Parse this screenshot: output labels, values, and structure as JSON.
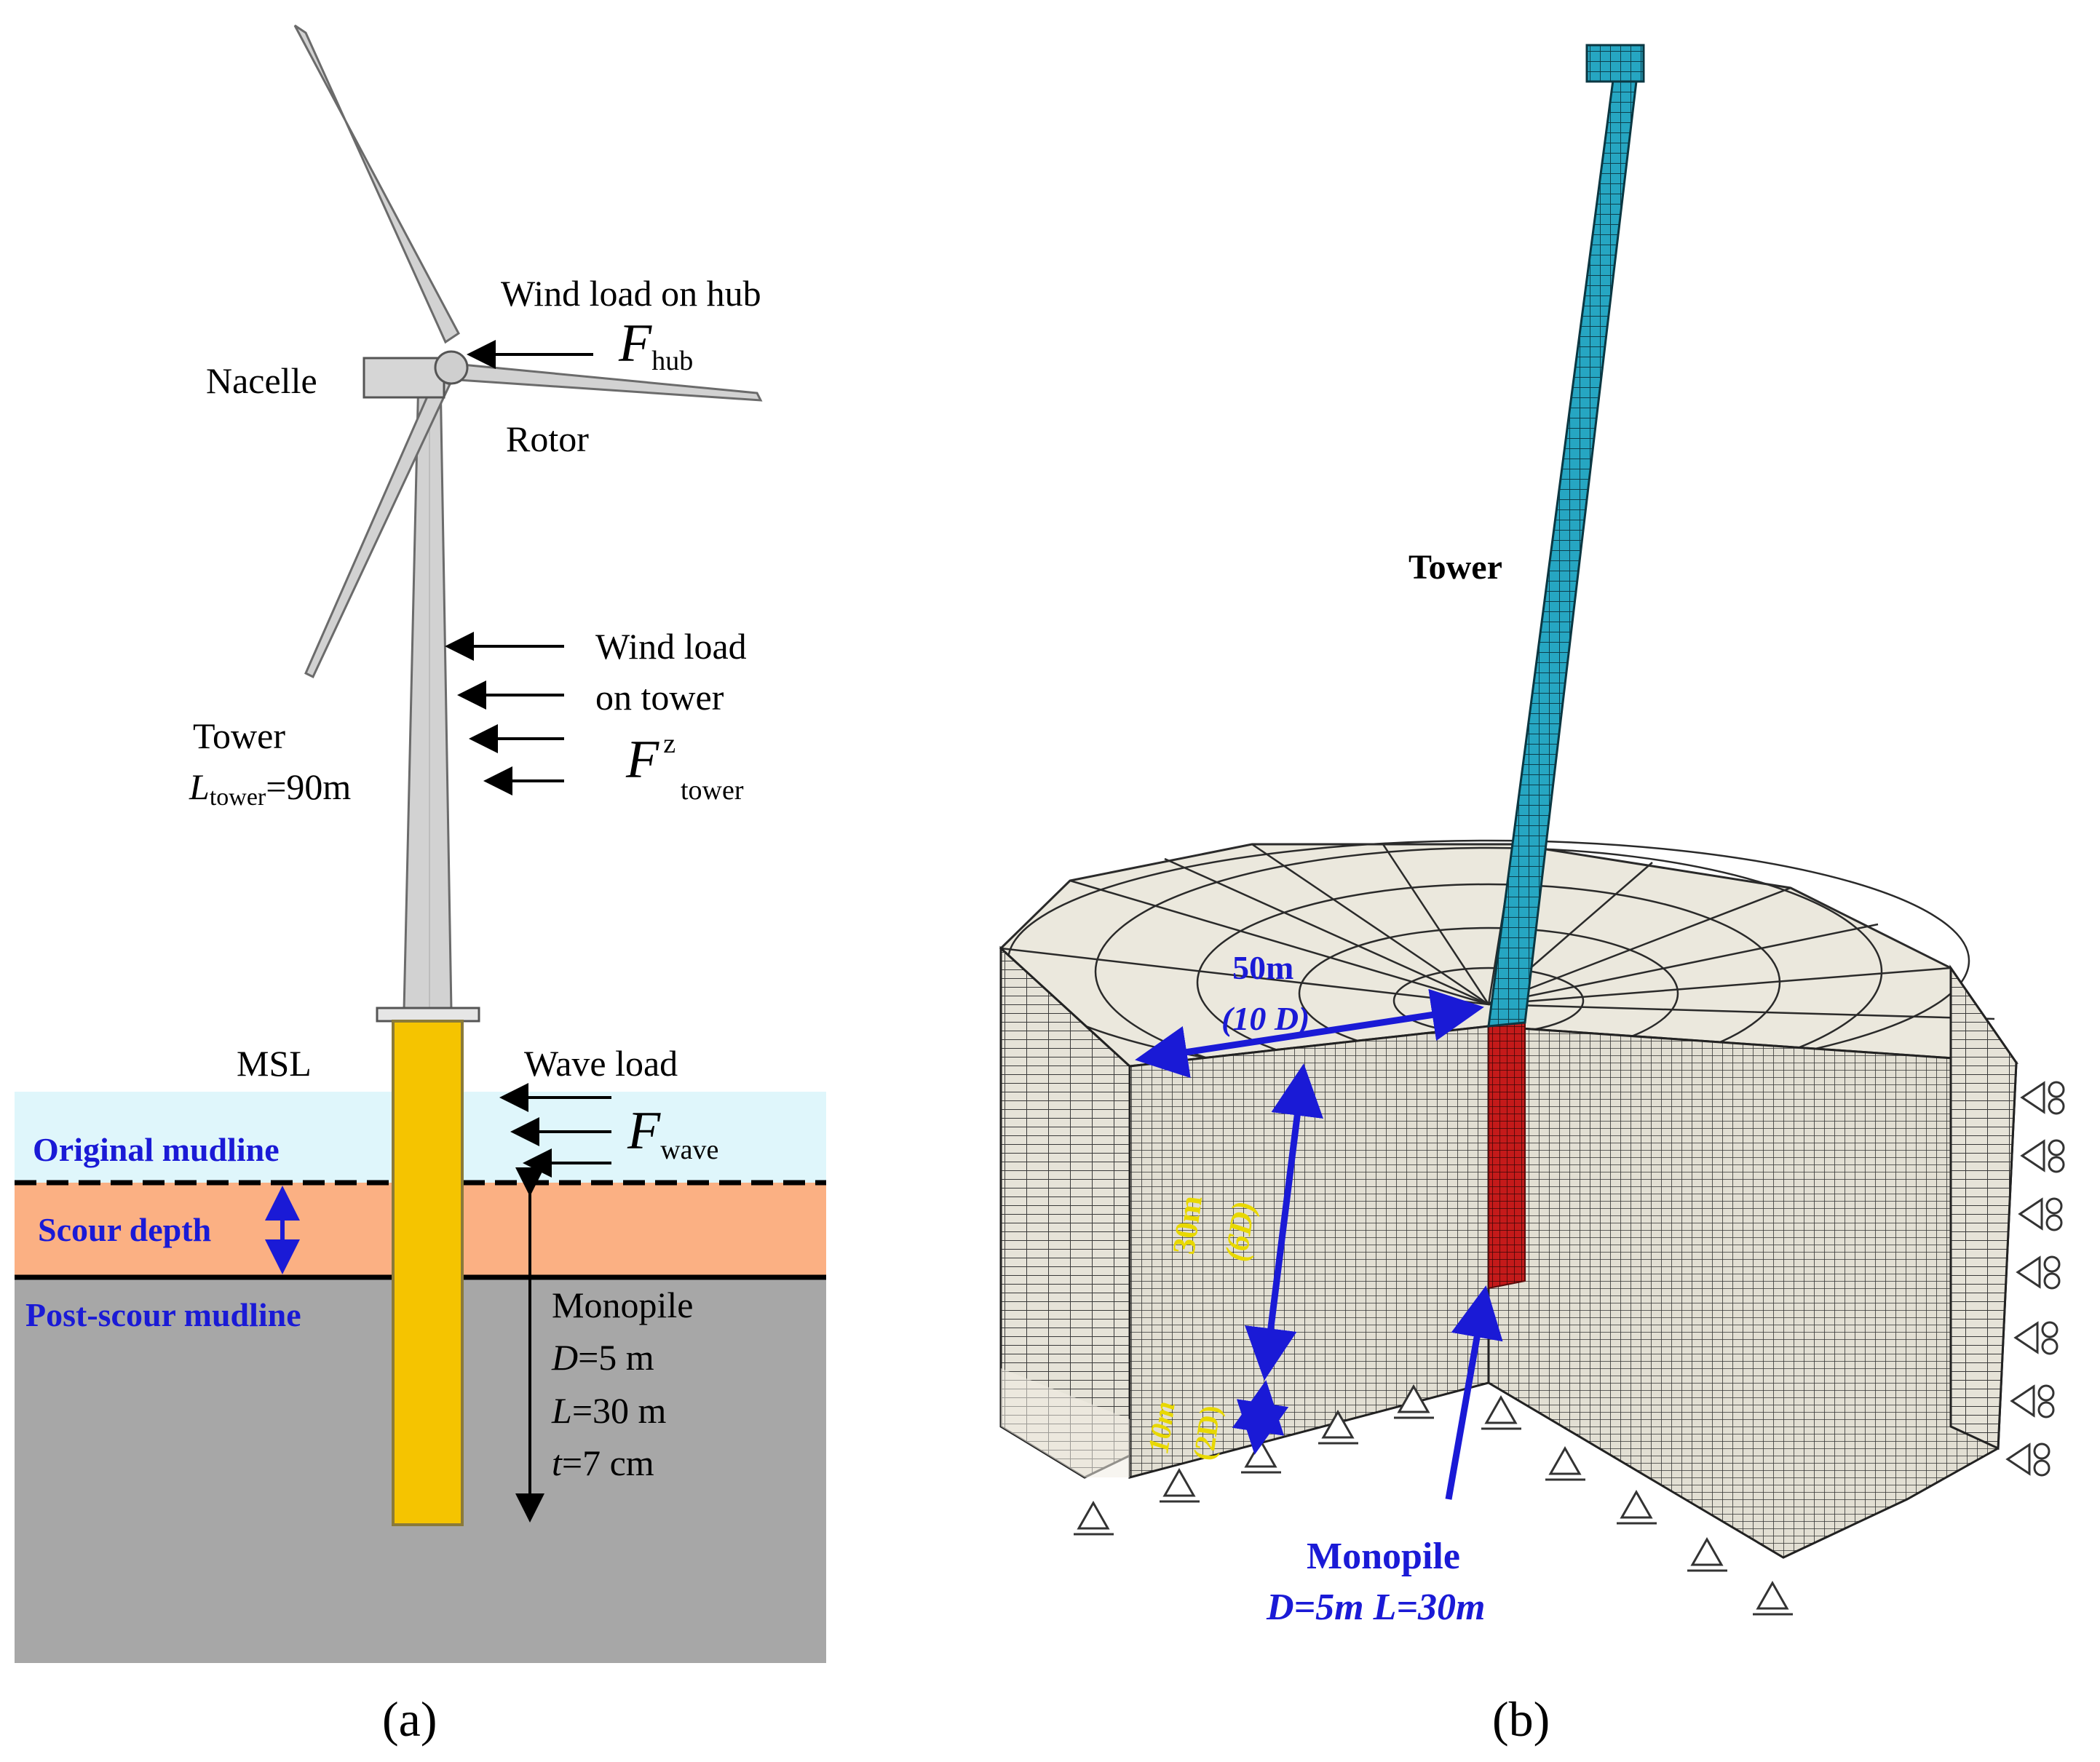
{
  "panel_a": {
    "caption": "(a)",
    "labels": {
      "wind_hub_title": "Wind load on hub",
      "f_hub_main": "F",
      "f_hub_sub": "hub",
      "nacelle": "Nacelle",
      "rotor": "Rotor",
      "wind_tower_1": "Wind load",
      "wind_tower_2": "on tower",
      "f_tower_main": "F",
      "f_tower_sup": "z",
      "f_tower_sub": "tower",
      "tower": "Tower",
      "l_tower_main": "L",
      "l_tower_sub": "tower",
      "l_tower_val": "=90m",
      "msl": "MSL",
      "wave_load": "Wave load",
      "f_wave_main": "F",
      "f_wave_sub": "wave",
      "original_mudline": "Original mudline",
      "scour_depth": "Scour depth",
      "post_scour_mudline": "Post-scour mudline",
      "monopile": "Monopile",
      "d_sym": "D",
      "d_val": "=5 m",
      "l_sym": "L",
      "l_val": "=30 m",
      "t_sym": "t",
      "t_val": "=7 cm"
    }
  },
  "panel_b": {
    "caption": "(b)",
    "labels": {
      "tower": "Tower",
      "dim_50m": "50m",
      "dim_10d": "(10 D)",
      "dim_30m": "30m",
      "dim_6d": "(6D)",
      "dim_10m": "10m",
      "dim_2d": "(2D)",
      "monopile": "Monopile",
      "monopile_dims": "D=5m L=30m"
    }
  },
  "colors": {
    "sea": "#dff6fb",
    "scour_layer": "#fbb083",
    "seabed": "#a7a7a7",
    "monopile_yellow": "#f5c400",
    "turbine_grey": "#d2d2d2",
    "tower_mesh": "#26a6c2",
    "pile_mesh": "#c41a1a",
    "soil_mesh": "#e9e6dc",
    "annotation_blue": "#1a1ad6",
    "annotation_yellow": "#e8d800"
  }
}
